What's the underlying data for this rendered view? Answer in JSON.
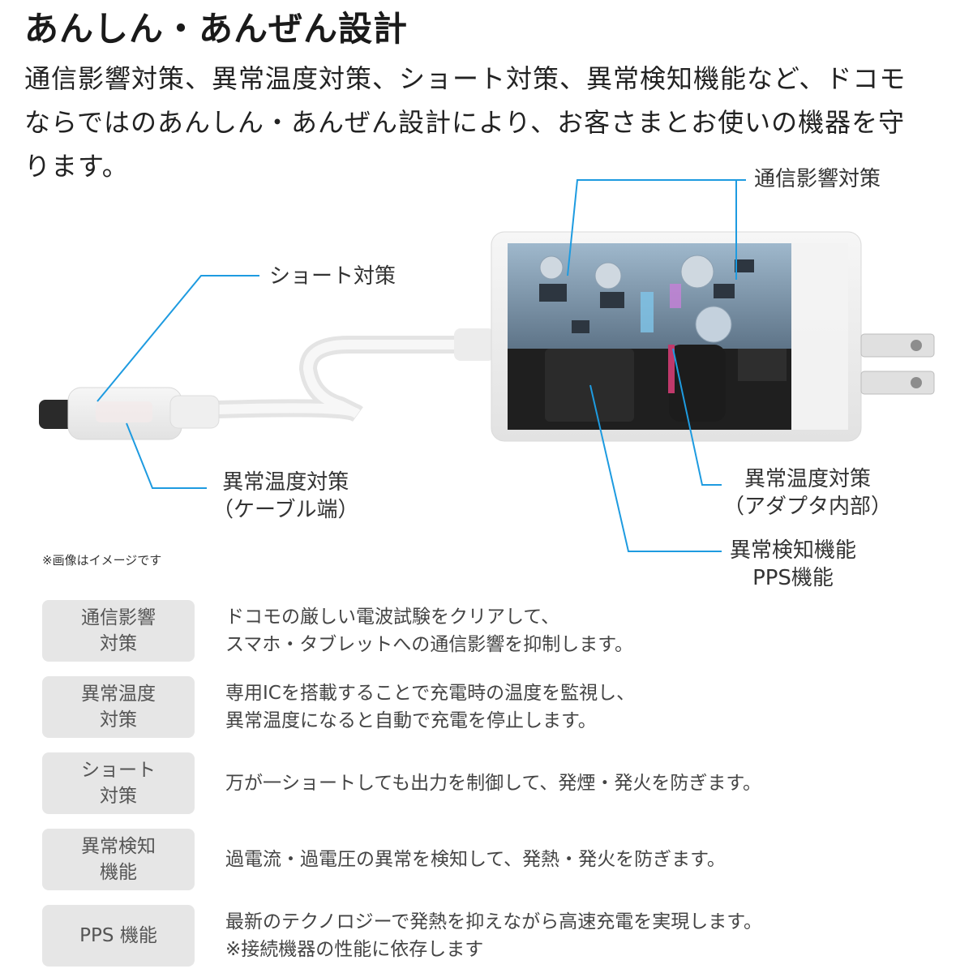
{
  "title": "あんしん・あんぜん設計",
  "intro": {
    "line1": "通信影響対策、異常温度対策、ショート対策、異常検知機能など、ドコモ",
    "line2": "ならではのあんしん・あんぜん設計により、お客さまとお使いの機器を守",
    "line3": "ります。"
  },
  "callouts": {
    "signal": "通信影響対策",
    "short": "ショート対策",
    "temp_cable_1": "異常温度対策",
    "temp_cable_2": "（ケーブル端）",
    "temp_adapter_1": "異常温度対策",
    "temp_adapter_2": "（アダプタ内部）",
    "detect_1": "異常検知機能",
    "detect_2": "PPS機能"
  },
  "note": "※画像はイメージです",
  "features": [
    {
      "label1": "通信影響",
      "label2": "対策",
      "desc1": "ドコモの厳しい電波試験をクリアして、",
      "desc2": "スマホ・タブレットへの通信影響を抑制します。"
    },
    {
      "label1": "異常温度",
      "label2": "対策",
      "desc1": "専用ICを搭載することで充電時の温度を監視し、",
      "desc2": "異常温度になると自動で充電を停止します。"
    },
    {
      "label1": "ショート",
      "label2": "対策",
      "desc1": "万が一ショートしても出力を制御して、発煙・発火を防ぎます。",
      "desc2": ""
    },
    {
      "label1": "異常検知",
      "label2": "機能",
      "desc1": "過電流・過電圧の異常を検知して、発熱・発火を防ぎます。",
      "desc2": ""
    },
    {
      "label1": "PPS 機能",
      "label2": "",
      "desc1": "最新のテクノロジーで発熱を抑えながら高速充電を実現します。",
      "desc2": "※接続機器の性能に依存します"
    }
  ],
  "colors": {
    "callout_line": "#1e9be0",
    "badge_bg": "#e6e6e6"
  }
}
